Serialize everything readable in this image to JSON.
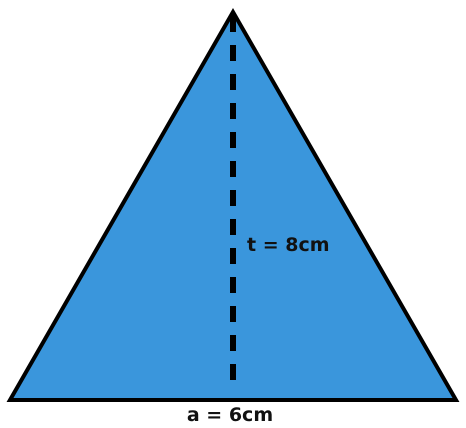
{
  "figure": {
    "shape": "triangle",
    "fill_color": "#3a96dc",
    "stroke_color": "#000000",
    "height_line_style": "dashed",
    "height_label": "t = 8cm",
    "base_label": "a = 6cm"
  }
}
